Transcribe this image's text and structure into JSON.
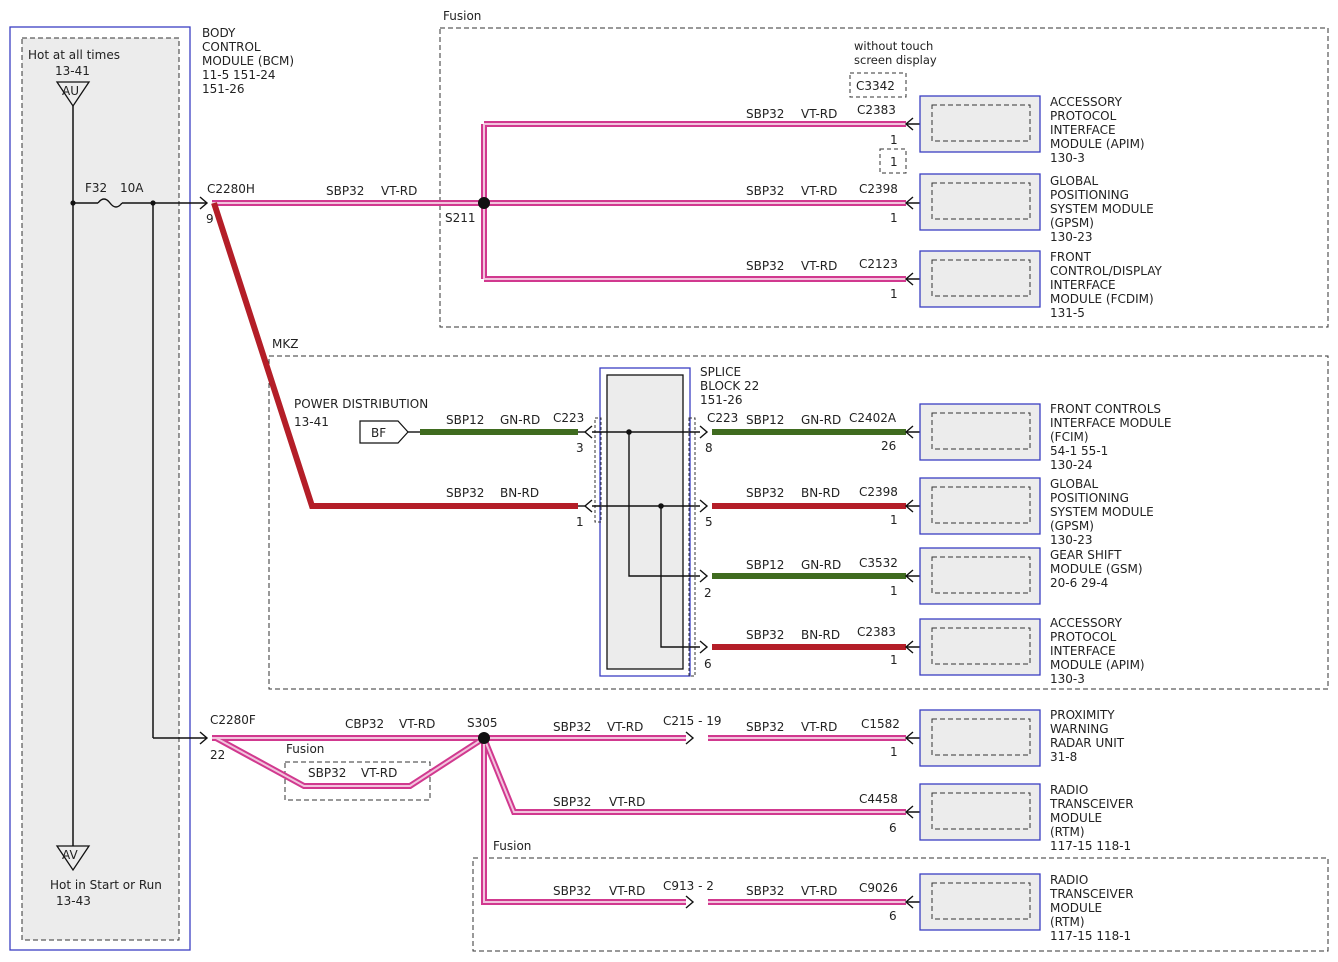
{
  "colors": {
    "vt_rd_outer": "#d1398f",
    "vt_rd_inner": "#f2c4dd",
    "bn_rd": "#b41e28",
    "gn_rd": "#3f6b1f",
    "module_border": "#3b3fc2",
    "module_fill": "#ececec",
    "dash": "#333333",
    "line": "#111111"
  },
  "fuse_panel": {
    "hot_at_all_times": "Hot at all times",
    "hot_ref": "13-41",
    "au_label": "AU",
    "fuse_label": "F32",
    "fuse_rating": "10A",
    "av_label": "AV",
    "hot_start_run": "Hot in Start or Run",
    "start_ref": "13-43"
  },
  "bcm": {
    "line1": "BODY",
    "line2": "CONTROL",
    "line3": "MODULE (BCM)",
    "ref1": "11-5  151-24",
    "ref2": "151-26",
    "conn_h": "C2280H",
    "pin_h": "9",
    "conn_f": "C2280F",
    "pin_f": "22"
  },
  "fusion_top": {
    "region_label": "Fusion",
    "main_circuit": "SBP32",
    "main_color": "VT-RD",
    "splice": "S211",
    "touch_note1": "without touch",
    "touch_note2": "screen display",
    "touch_conn": "C3342",
    "touch_pin": "1",
    "branches": [
      {
        "circuit": "SBP32",
        "color": "VT-RD",
        "conn": "C2383",
        "pin": "1",
        "module": [
          "ACCESSORY",
          "PROTOCOL",
          "INTERFACE",
          "MODULE (APIM)",
          "130-3"
        ]
      },
      {
        "circuit": "SBP32",
        "color": "VT-RD",
        "conn": "C2398",
        "pin": "1",
        "module": [
          "GLOBAL",
          "POSITIONING",
          "SYSTEM MODULE",
          "(GPSM)",
          "130-23"
        ]
      },
      {
        "circuit": "SBP32",
        "color": "VT-RD",
        "conn": "C2123",
        "pin": "1",
        "module": [
          "FRONT",
          "CONTROL/DISPLAY",
          "INTERFACE",
          "MODULE (FCDIM)",
          "131-5"
        ]
      }
    ]
  },
  "mkz": {
    "region_label": "MKZ",
    "power_dist": "POWER DISTRIBUTION",
    "power_ref": "13-41",
    "bf_label": "BF",
    "bf_circuit": "SBP12",
    "bf_color": "GN-RD",
    "bf_conn": "C223",
    "bf_pin": "3",
    "bcm_circuit": "SBP32",
    "bcm_color": "BN-RD",
    "bcm_pin": "1",
    "splice_block": [
      "SPLICE",
      "BLOCK 22",
      "151-26"
    ],
    "branches": [
      {
        "out_conn": "C223",
        "out_pin": "8",
        "circuit": "SBP12",
        "color": "GN-RD",
        "conn": "C2402A",
        "pin": "26",
        "module": [
          "FRONT CONTROLS",
          "INTERFACE MODULE",
          "(FCIM)",
          "54-1     55-1",
          "130-24"
        ]
      },
      {
        "out_pin": "5",
        "circuit": "SBP32",
        "color": "BN-RD",
        "conn": "C2398",
        "pin": "1",
        "module": [
          "GLOBAL",
          "POSITIONING",
          "SYSTEM MODULE",
          "(GPSM)",
          "130-23"
        ]
      },
      {
        "out_pin": "2",
        "circuit": "SBP12",
        "color": "GN-RD",
        "conn": "C3532",
        "pin": "1",
        "module": [
          "GEAR SHIFT",
          "MODULE (GSM)",
          "20-6     29-4"
        ]
      },
      {
        "out_pin": "6",
        "circuit": "SBP32",
        "color": "BN-RD",
        "conn": "C2383",
        "pin": "1",
        "module": [
          "ACCESSORY",
          "PROTOCOL",
          "INTERFACE",
          "MODULE (APIM)",
          "130-3"
        ]
      }
    ]
  },
  "bottom": {
    "main_circuit": "CBP32",
    "main_color": "VT-RD",
    "splice": "S305",
    "fusion_label": "Fusion",
    "fusion_circuit": "SBP32",
    "fusion_color": "VT-RD",
    "fusion_lower_label": "Fusion",
    "branches": [
      {
        "circuit_a": "SBP32",
        "color_a": "VT-RD",
        "inline": "C215 - 19",
        "circuit": "SBP32",
        "color": "VT-RD",
        "conn": "C1582",
        "pin": "1",
        "module": [
          "PROXIMITY",
          "WARNING",
          "RADAR UNIT",
          "31-8"
        ]
      },
      {
        "circuit": "SBP32",
        "color": "VT-RD",
        "conn": "C4458",
        "pin": "6",
        "module": [
          "RADIO",
          "TRANSCEIVER",
          "MODULE",
          "(RTM)",
          "117-15 118-1"
        ]
      },
      {
        "circuit_a": "SBP32",
        "color_a": "VT-RD",
        "inline": "C913 - 2",
        "circuit": "SBP32",
        "color": "VT-RD",
        "conn": "C9026",
        "pin": "6",
        "module": [
          "RADIO",
          "TRANSCEIVER",
          "MODULE",
          "(RTM)",
          "117-15 118-1"
        ]
      }
    ]
  }
}
